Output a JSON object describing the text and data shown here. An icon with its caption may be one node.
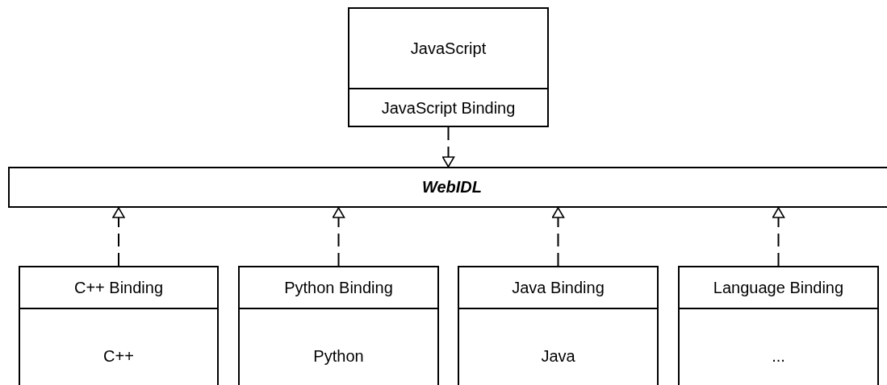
{
  "diagram": {
    "nodes": [
      {
        "text": [
          "JavaScript",
          "JavaScript Binding"
        ]
      },
      {
        "text": [
          "WebIDL"
        ]
      },
      {
        "text": [
          "C++ Binding",
          "C++"
        ]
      },
      {
        "text": [
          "Python Binding",
          "Python"
        ]
      },
      {
        "text": [
          "Java Binding",
          "Java"
        ]
      },
      {
        "text": [
          "Language Binding",
          "..."
        ]
      }
    ],
    "edges": [
      {
        "from": 0,
        "to": 1,
        "arrow": "to",
        "style": "dashed"
      },
      {
        "from": 2,
        "to": 1,
        "arrow": "to",
        "style": "dashed"
      },
      {
        "from": 3,
        "to": 1,
        "arrow": "to",
        "style": "dashed"
      },
      {
        "from": 4,
        "to": 1,
        "arrow": "to",
        "style": "dashed"
      },
      {
        "from": 5,
        "to": 1,
        "arrow": "to",
        "style": "dashed"
      }
    ]
  }
}
